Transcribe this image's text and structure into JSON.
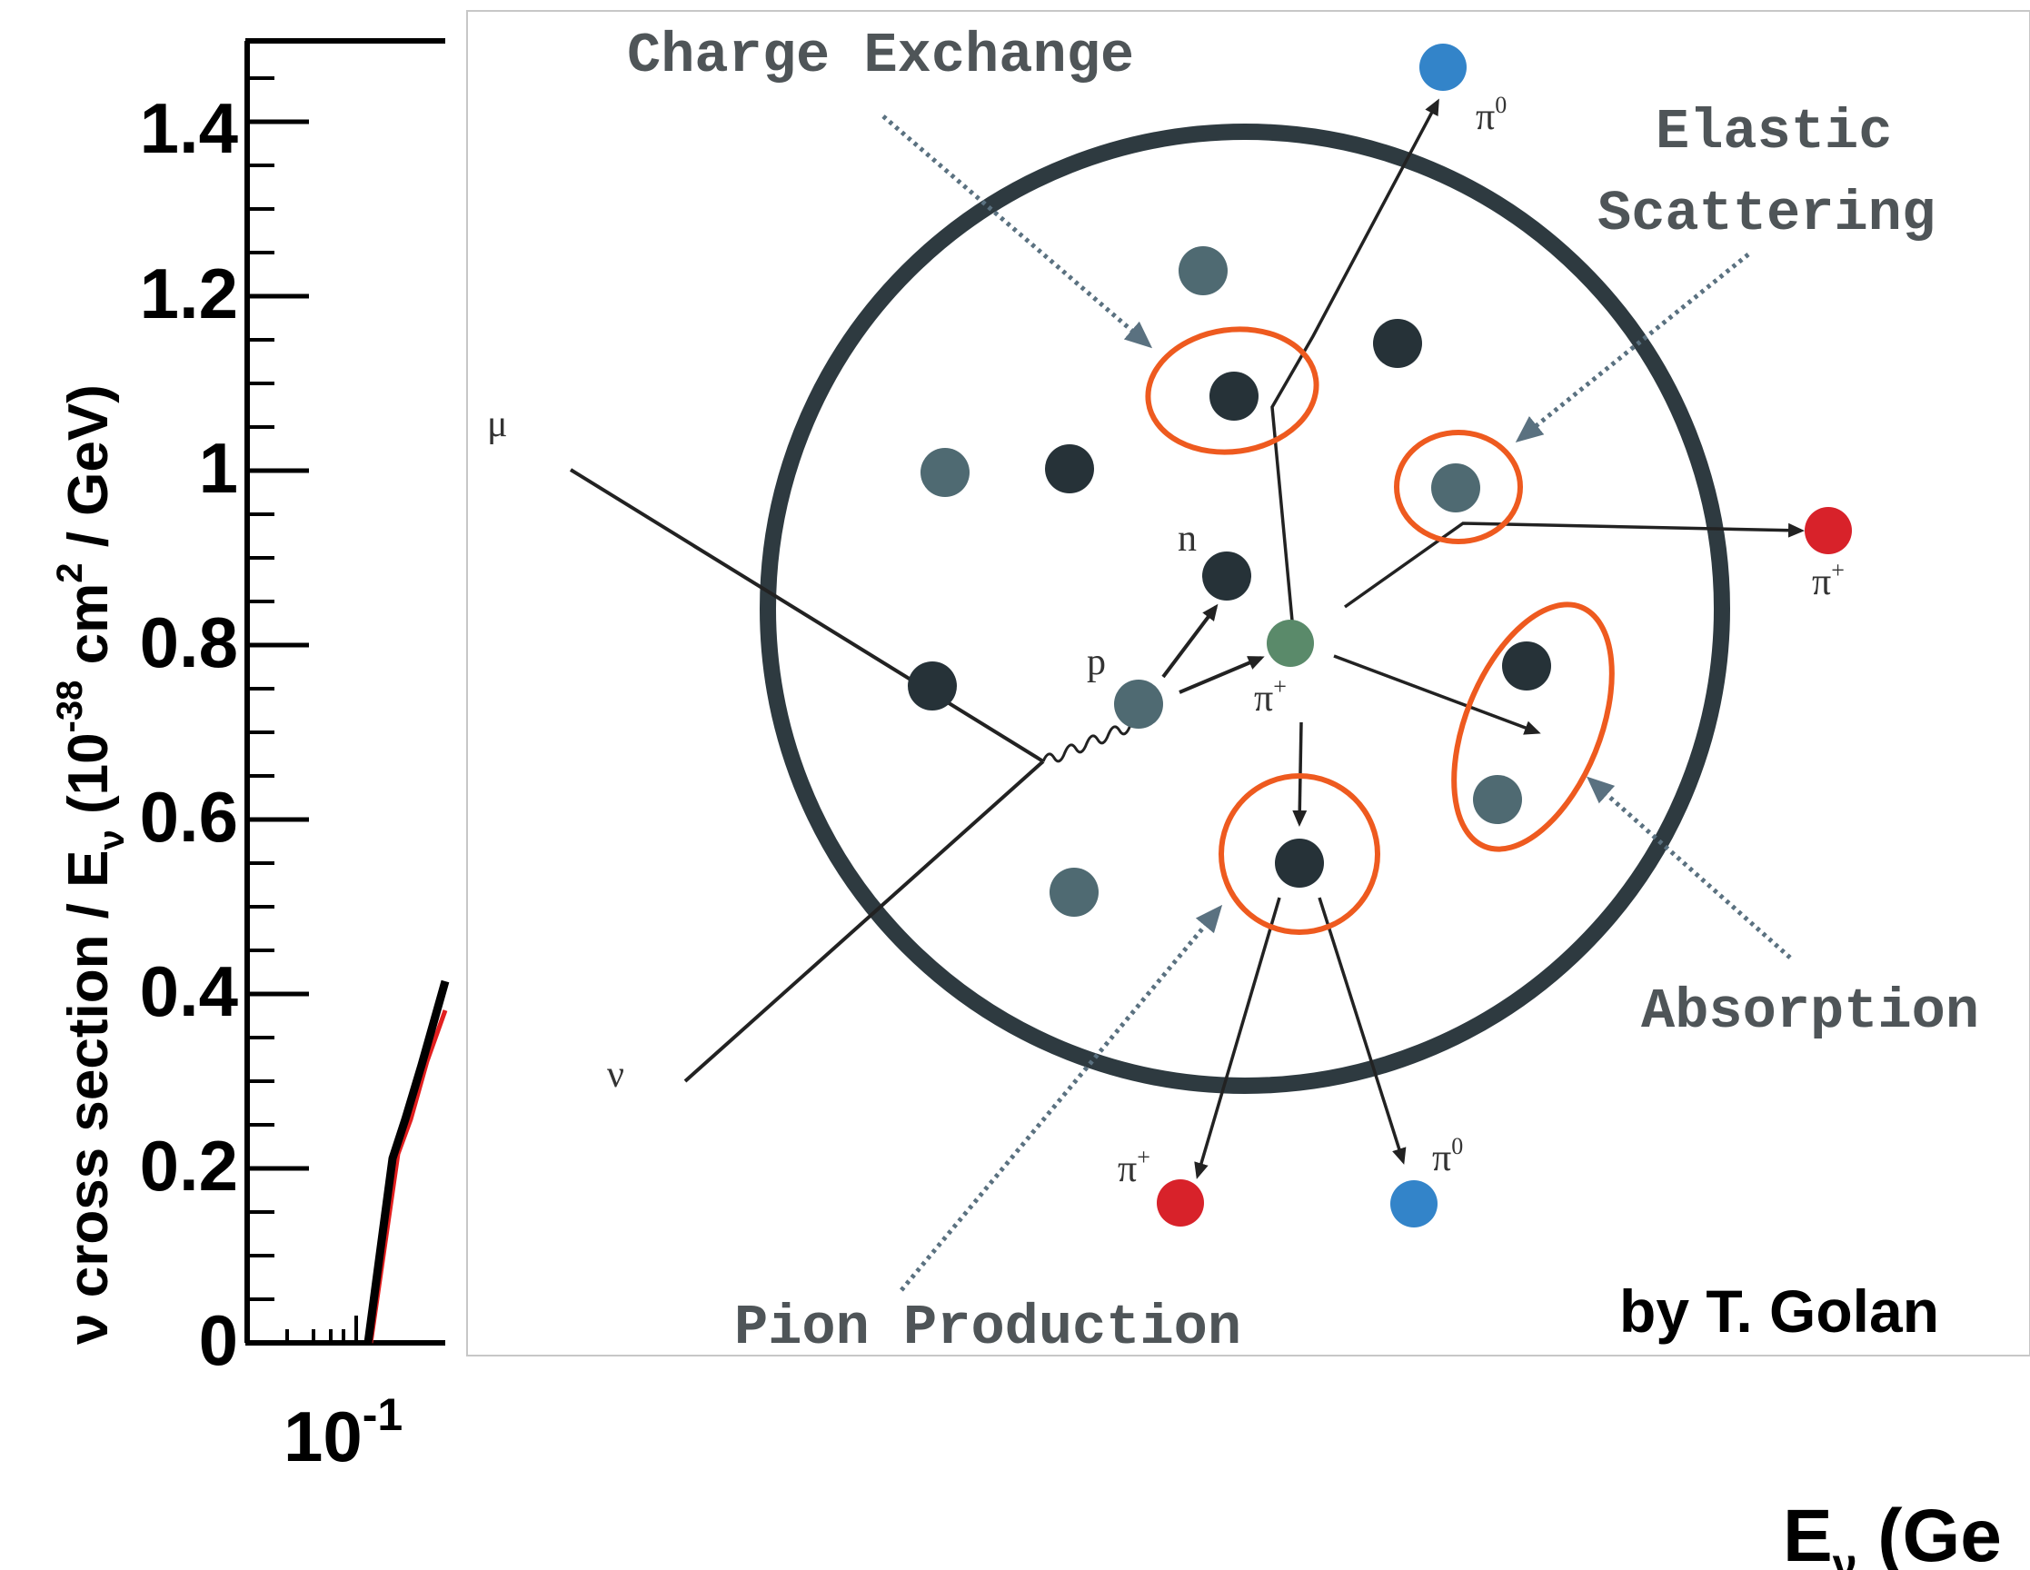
{
  "plot": {
    "ylabel_parts": [
      "ν cross section / E",
      "ν",
      " (10",
      "-38",
      " cm",
      "2",
      " / GeV)"
    ],
    "yticks": [
      "0",
      "0.2",
      "0.4",
      "0.6",
      "0.8",
      "1",
      "1.2",
      "1.4"
    ],
    "xtick": {
      "base": "10",
      "exp": "-1"
    },
    "xlabel_parts": [
      "E",
      "ν",
      " (Ge"
    ]
  },
  "diagram": {
    "labels": {
      "charge_exchange": "Charge Exchange",
      "elastic_1": "Elastic",
      "elastic_2": "Scattering",
      "absorption": "Absorption",
      "pion_production": "Pion Production"
    },
    "particles": {
      "mu": "μ",
      "nu": "ν",
      "n": "n",
      "p": "p",
      "pi": "π",
      "plus": "+",
      "zero": "0"
    },
    "colors": {
      "nucleus_ring": "#2e3a40",
      "neutron": "#263238",
      "proton": "#4f6a72",
      "pion_center": "#5a8a6a",
      "pi_plus": "#d8222a",
      "pi_zero": "#3384c9",
      "interaction_ellipse": "#ee5a1f",
      "dotted_arrow": "#5a7180"
    }
  },
  "credit": "by T. Golan"
}
